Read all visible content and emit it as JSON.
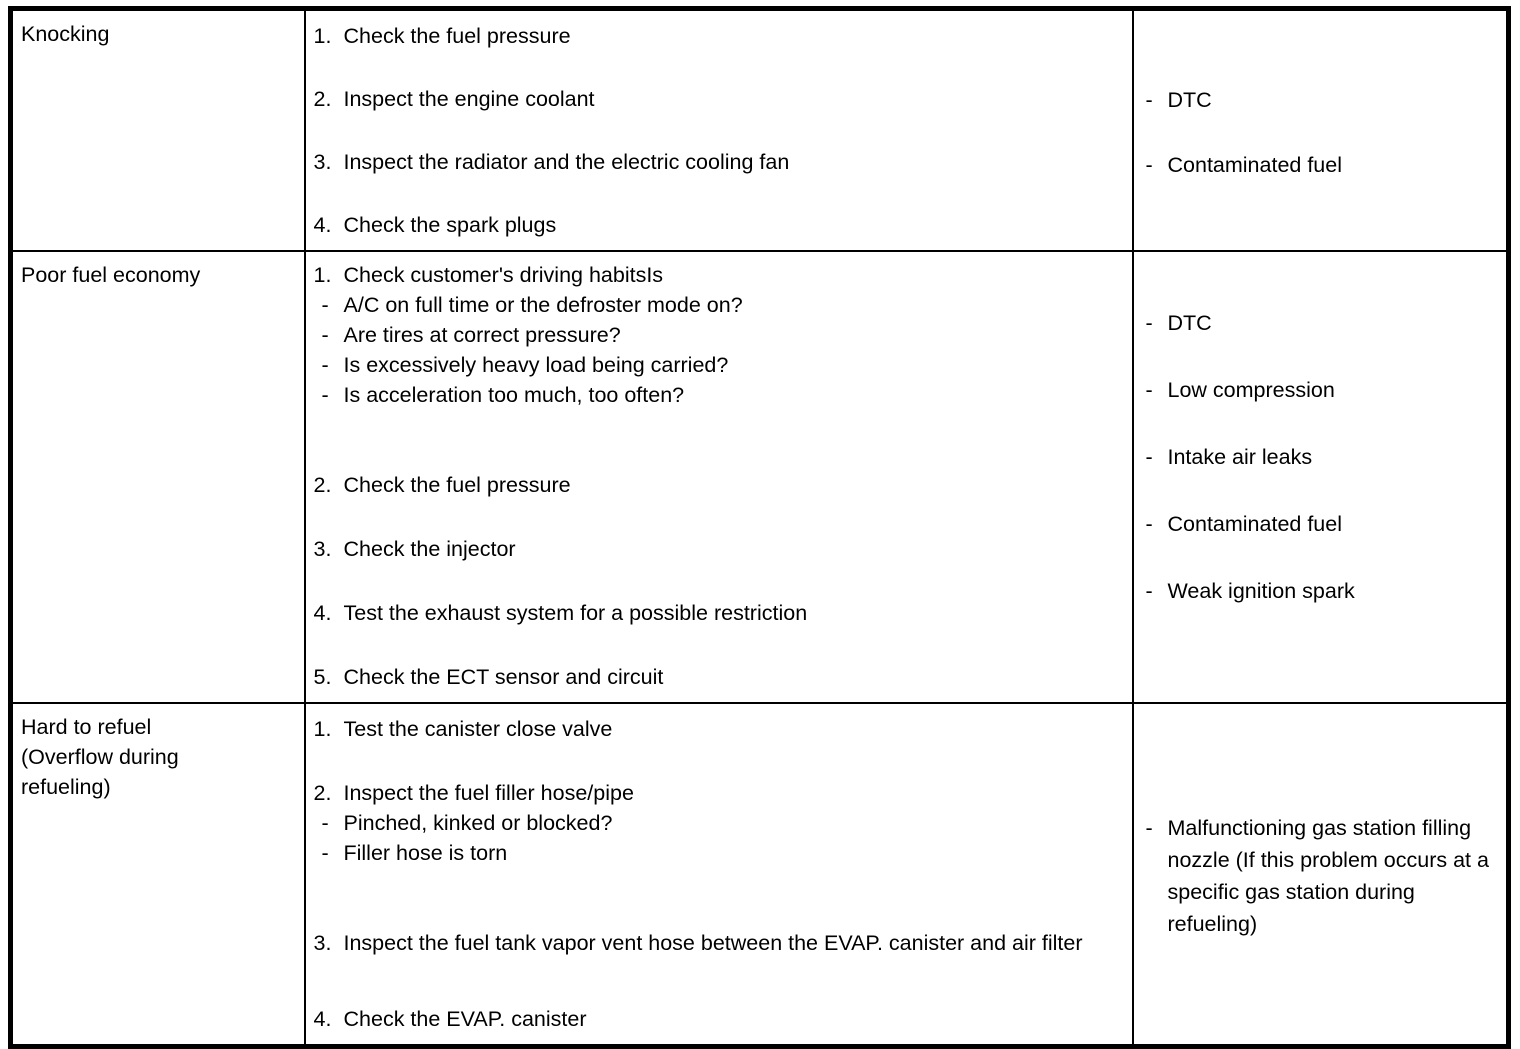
{
  "table": {
    "rows": [
      {
        "symptom_lines": [
          "Knocking"
        ],
        "actions": [
          {
            "num": "1.",
            "text": "Check the fuel pressure",
            "substeps": []
          },
          {
            "num": "2.",
            "text": "Inspect the engine coolant",
            "substeps": []
          },
          {
            "num": "3.",
            "text": "Inspect the radiator and the electric cooling fan",
            "substeps": []
          },
          {
            "num": "4.",
            "text": "Check the spark plugs",
            "substeps": []
          }
        ],
        "causes": [
          {
            "dash": "-",
            "text": "DTC"
          },
          {
            "dash": "-",
            "text": "Contaminated fuel"
          }
        ]
      },
      {
        "symptom_lines": [
          "Poor fuel economy"
        ],
        "actions": [
          {
            "num": "1.",
            "text": "Check customer's driving habitsIs",
            "substeps": [
              {
                "dash": "-",
                "text": "A/C on full time or the defroster mode on?"
              },
              {
                "dash": "-",
                "text": "Are tires at correct pressure?"
              },
              {
                "dash": "-",
                "text": "Is excessively heavy load being carried?"
              },
              {
                "dash": "-",
                "text": "Is acceleration too much, too often?"
              }
            ]
          },
          {
            "num": "2.",
            "text": "Check the fuel pressure",
            "substeps": []
          },
          {
            "num": "3.",
            "text": "Check the injector",
            "substeps": []
          },
          {
            "num": "4.",
            "text": "Test the exhaust system for a possible restriction",
            "substeps": []
          },
          {
            "num": "5.",
            "text": "Check the ECT sensor and circuit",
            "substeps": []
          }
        ],
        "causes": [
          {
            "dash": "-",
            "text": "DTC"
          },
          {
            "dash": "-",
            "text": "Low compression"
          },
          {
            "dash": "-",
            "text": "Intake air leaks"
          },
          {
            "dash": "-",
            "text": "Contaminated fuel"
          },
          {
            "dash": "-",
            "text": "Weak ignition spark"
          }
        ]
      },
      {
        "symptom_lines": [
          "Hard to refuel",
          "(Overflow during",
          "refueling)"
        ],
        "actions": [
          {
            "num": "1.",
            "text": "Test the canister close valve",
            "substeps": []
          },
          {
            "num": "2.",
            "text": "Inspect the fuel filler hose/pipe",
            "substeps": [
              {
                "dash": "-",
                "text": "Pinched, kinked or blocked?"
              },
              {
                "dash": "-",
                "text": "Filler hose is torn"
              }
            ]
          },
          {
            "num": "3.",
            "text": "Inspect the fuel tank vapor vent hose between the EVAP. canister and air filter",
            "substeps": []
          },
          {
            "num": "4.",
            "text": "Check the EVAP. canister",
            "substeps": []
          }
        ],
        "causes": [
          {
            "dash": "-",
            "text": "Malfunctioning gas station filling nozzle (If this problem occurs at a specific gas station during refueling)"
          }
        ]
      }
    ]
  },
  "colors": {
    "border": "#000000",
    "text": "#000000",
    "background": "#ffffff"
  }
}
